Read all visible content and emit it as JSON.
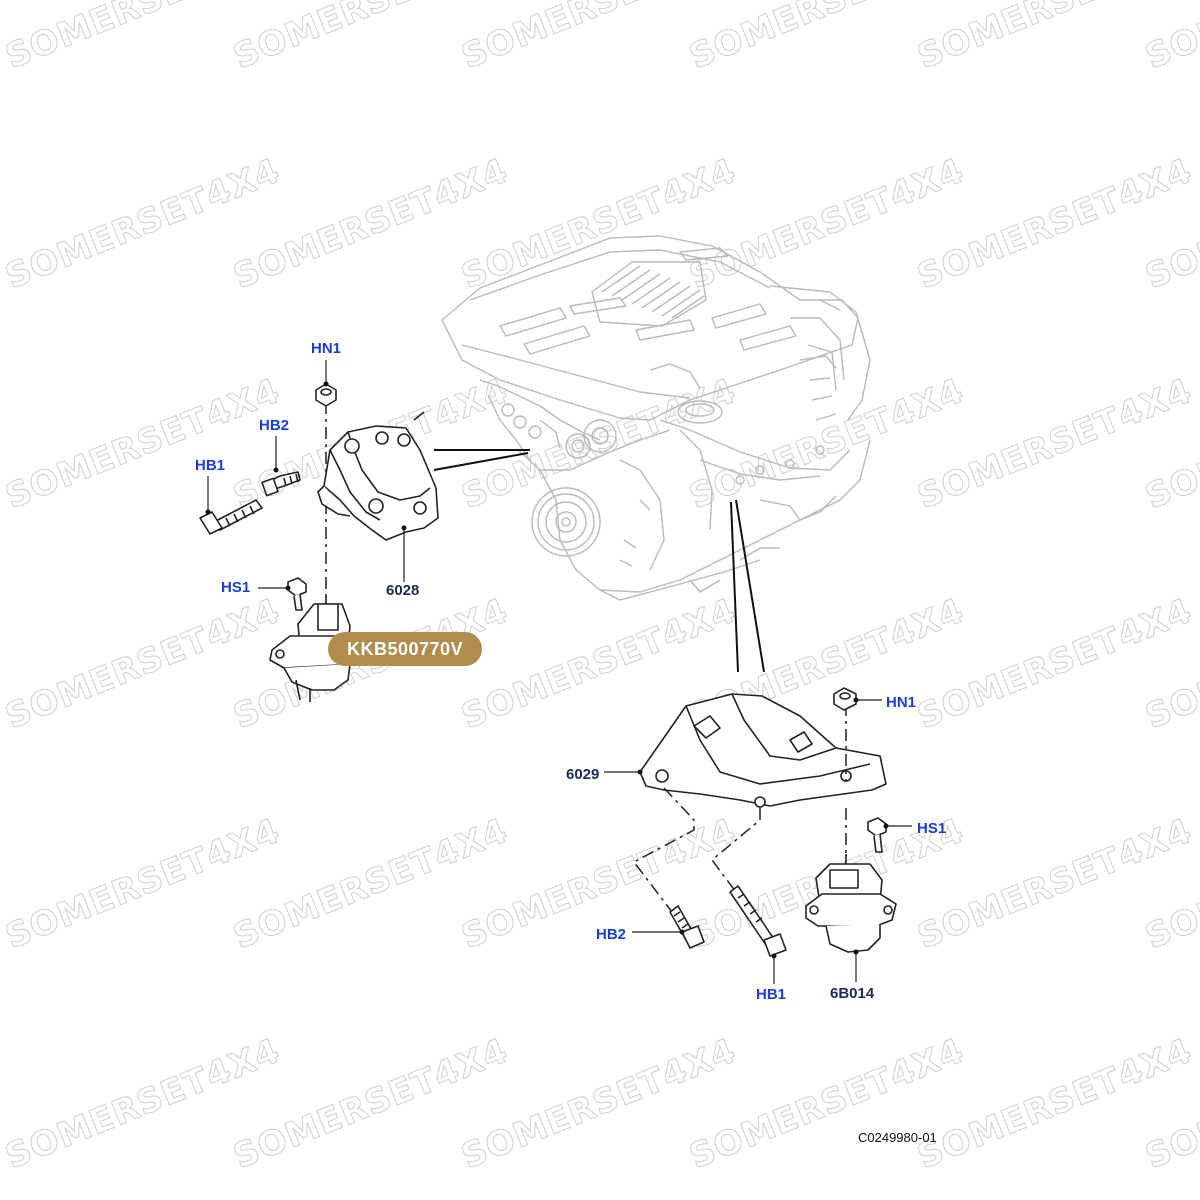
{
  "watermark": "SOMERSET4X4",
  "colors": {
    "callout": "#1a3fd6",
    "part_number": "#1c2a55",
    "badge_bg": "#b08d4c",
    "badge_text": "#ffffff",
    "engine_line": "#b9b9b9",
    "part_line": "#222222"
  },
  "badge": {
    "text": "KKB500770V"
  },
  "callouts_left": {
    "hn1": "HN1",
    "hb2": "HB2",
    "hb1": "HB1",
    "hs1": "HS1",
    "bracket": "6028"
  },
  "callouts_right": {
    "hn1": "HN1",
    "hs1": "HS1",
    "bracket": "6029",
    "hb2": "HB2",
    "hb1": "HB1",
    "mount": "6B014"
  },
  "reference": "C0249980-01"
}
